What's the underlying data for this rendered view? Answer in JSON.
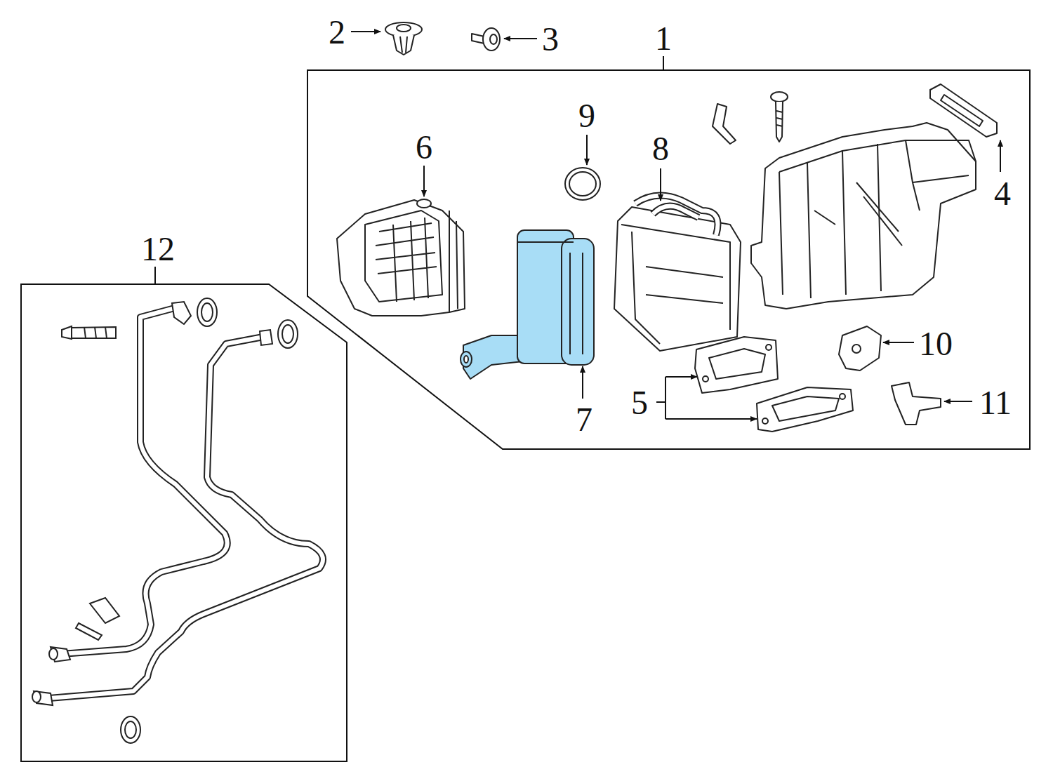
{
  "diagram": {
    "nodes": [
      {
        "text": [
          "1"
        ]
      },
      {
        "text": [
          "12"
        ]
      }
    ],
    "labels": [
      "2",
      "3",
      "9",
      "6",
      "8",
      "4",
      "10",
      "5",
      "11",
      "7"
    ]
  }
}
